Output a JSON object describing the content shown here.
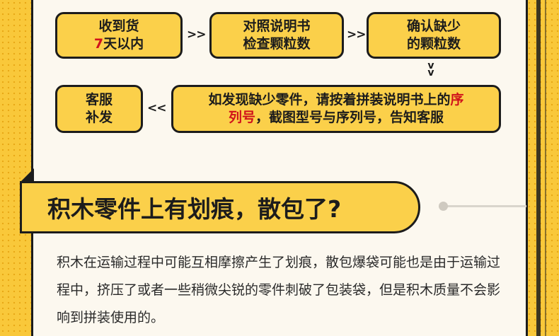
{
  "steps": {
    "step1": {
      "line1": "收到货",
      "line2_red": "7",
      "line2": "天以内"
    },
    "step2": {
      "line1": "对照说明书",
      "line2": "检查颗粒数"
    },
    "step3": {
      "line1": "确认缺少",
      "line2": "的颗粒数"
    },
    "step4": {
      "part1": "如发现缺少零件，请按着拼装说明书上的",
      "part1_red": "序",
      "part2_red": "列号",
      "part2": "，截图型号与序列号，告知客服"
    },
    "step5": {
      "line1": "客服",
      "line2": "补发"
    }
  },
  "arrows": {
    "forward": ">>",
    "down": "v",
    "back": "<<"
  },
  "section": {
    "title": "积木零件上有划痕，散包了?",
    "paragraph": "积木在运输过程中可能互相摩擦产生了划痕，散包爆袋可能也是由于运输过程中，挤压了或者一些稍微尖锐的零件刺破了包装袋，但是积木质量不会影响到拼装使用的。"
  },
  "colors": {
    "accent": "#fbd04a",
    "background": "#f9c83a",
    "highlight": "#d0121b",
    "ink": "#1c1c1c"
  }
}
